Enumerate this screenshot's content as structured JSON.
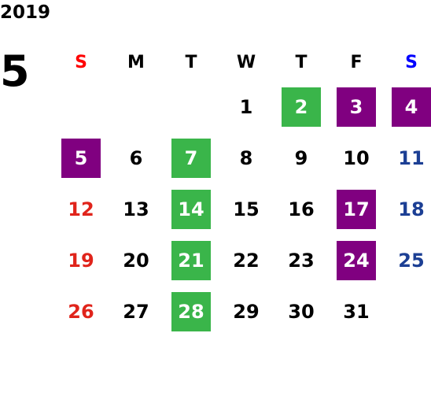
{
  "year": "2019",
  "month": "5",
  "colors": {
    "sunday": "#e0241b",
    "saturday": "#1c3f94",
    "header_sunday": "#ff0000",
    "header_saturday": "#0000ff",
    "weekday": "#000000",
    "green_bg": "#3ab54a",
    "purple_bg": "#800080",
    "highlight_text": "#ffffff"
  },
  "weekdays": [
    "S",
    "M",
    "T",
    "W",
    "T",
    "F",
    "S"
  ],
  "first_weekday_index": 3,
  "days": [
    {
      "n": "1"
    },
    {
      "n": "2",
      "mark": "green"
    },
    {
      "n": "3",
      "mark": "purple"
    },
    {
      "n": "4",
      "mark": "purple"
    },
    {
      "n": "5",
      "mark": "purple"
    },
    {
      "n": "6"
    },
    {
      "n": "7",
      "mark": "green"
    },
    {
      "n": "8"
    },
    {
      "n": "9"
    },
    {
      "n": "10"
    },
    {
      "n": "11"
    },
    {
      "n": "12"
    },
    {
      "n": "13"
    },
    {
      "n": "14",
      "mark": "green"
    },
    {
      "n": "15"
    },
    {
      "n": "16"
    },
    {
      "n": "17",
      "mark": "purple"
    },
    {
      "n": "18"
    },
    {
      "n": "19"
    },
    {
      "n": "20"
    },
    {
      "n": "21",
      "mark": "green"
    },
    {
      "n": "22"
    },
    {
      "n": "23"
    },
    {
      "n": "24",
      "mark": "purple"
    },
    {
      "n": "25"
    },
    {
      "n": "26"
    },
    {
      "n": "27"
    },
    {
      "n": "28",
      "mark": "green"
    },
    {
      "n": "29"
    },
    {
      "n": "30"
    },
    {
      "n": "31"
    }
  ]
}
